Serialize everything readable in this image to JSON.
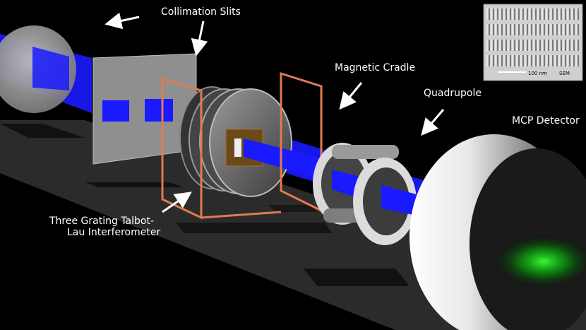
{
  "labels": {
    "collimation_slits": "Collimation Slits",
    "magnetic_cradle": "Magnetic Cradle",
    "quadrupole": "Quadrupole",
    "mcp_detector": "MCP Detector",
    "talbot_line1": "Three Grating Talbot-",
    "talbot_line2": "Lau Interferometer"
  },
  "inset": {
    "scale_text": "100 nm",
    "corner_text": "SEM"
  },
  "colors": {
    "background": "#000000",
    "beam": "#1a1aff",
    "frame": "#e07a4f",
    "detector_glow": "#22ff22",
    "floor": "#2a2a2a"
  }
}
